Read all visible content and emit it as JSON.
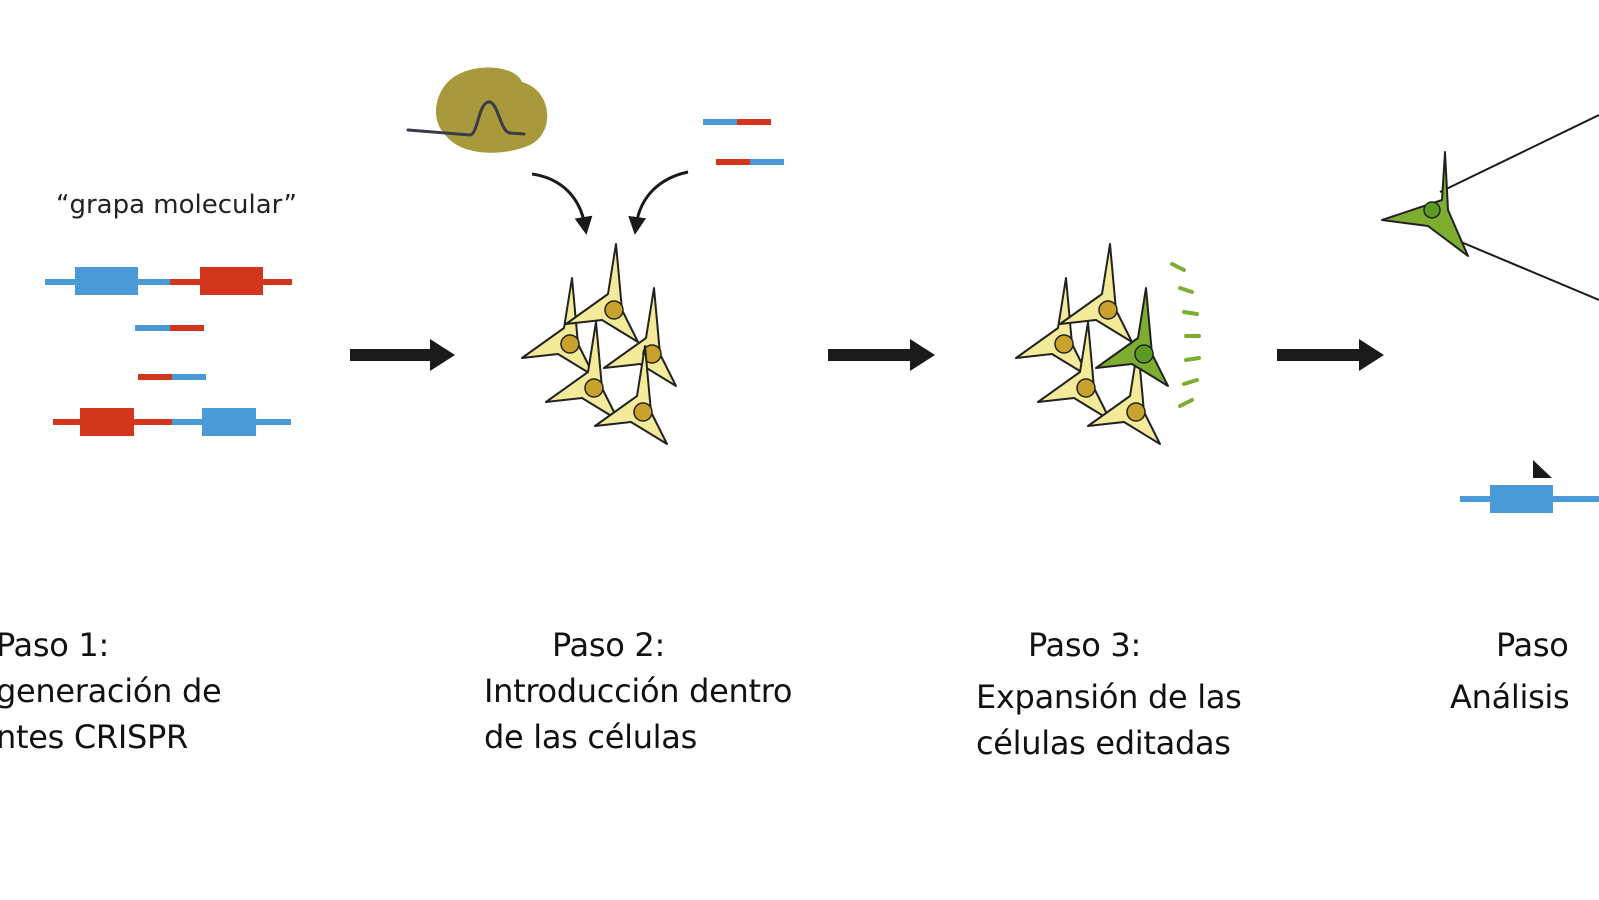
{
  "clamp_label": "“grapa molecular”",
  "steps": [
    {
      "title": "Paso 1:",
      "line1": "generación de",
      "line2": "ntes CRISPR"
    },
    {
      "title": "Paso 2:",
      "line1": "Introducción dentro",
      "line2": "de las células"
    },
    {
      "title": "Paso 3:",
      "line1": "Expansión de las",
      "line2": "células editadas"
    },
    {
      "title": "Paso",
      "line1": "Análisis",
      "line2": ""
    }
  ],
  "colors": {
    "blue": "#4a9ad8",
    "red": "#d2361c",
    "cell_yellow": "#f3eb9a",
    "nucleus": "#c9a22c",
    "cell_green": "#7dae32",
    "protein": "#a89a3c",
    "arrow": "#1a1a1a"
  }
}
